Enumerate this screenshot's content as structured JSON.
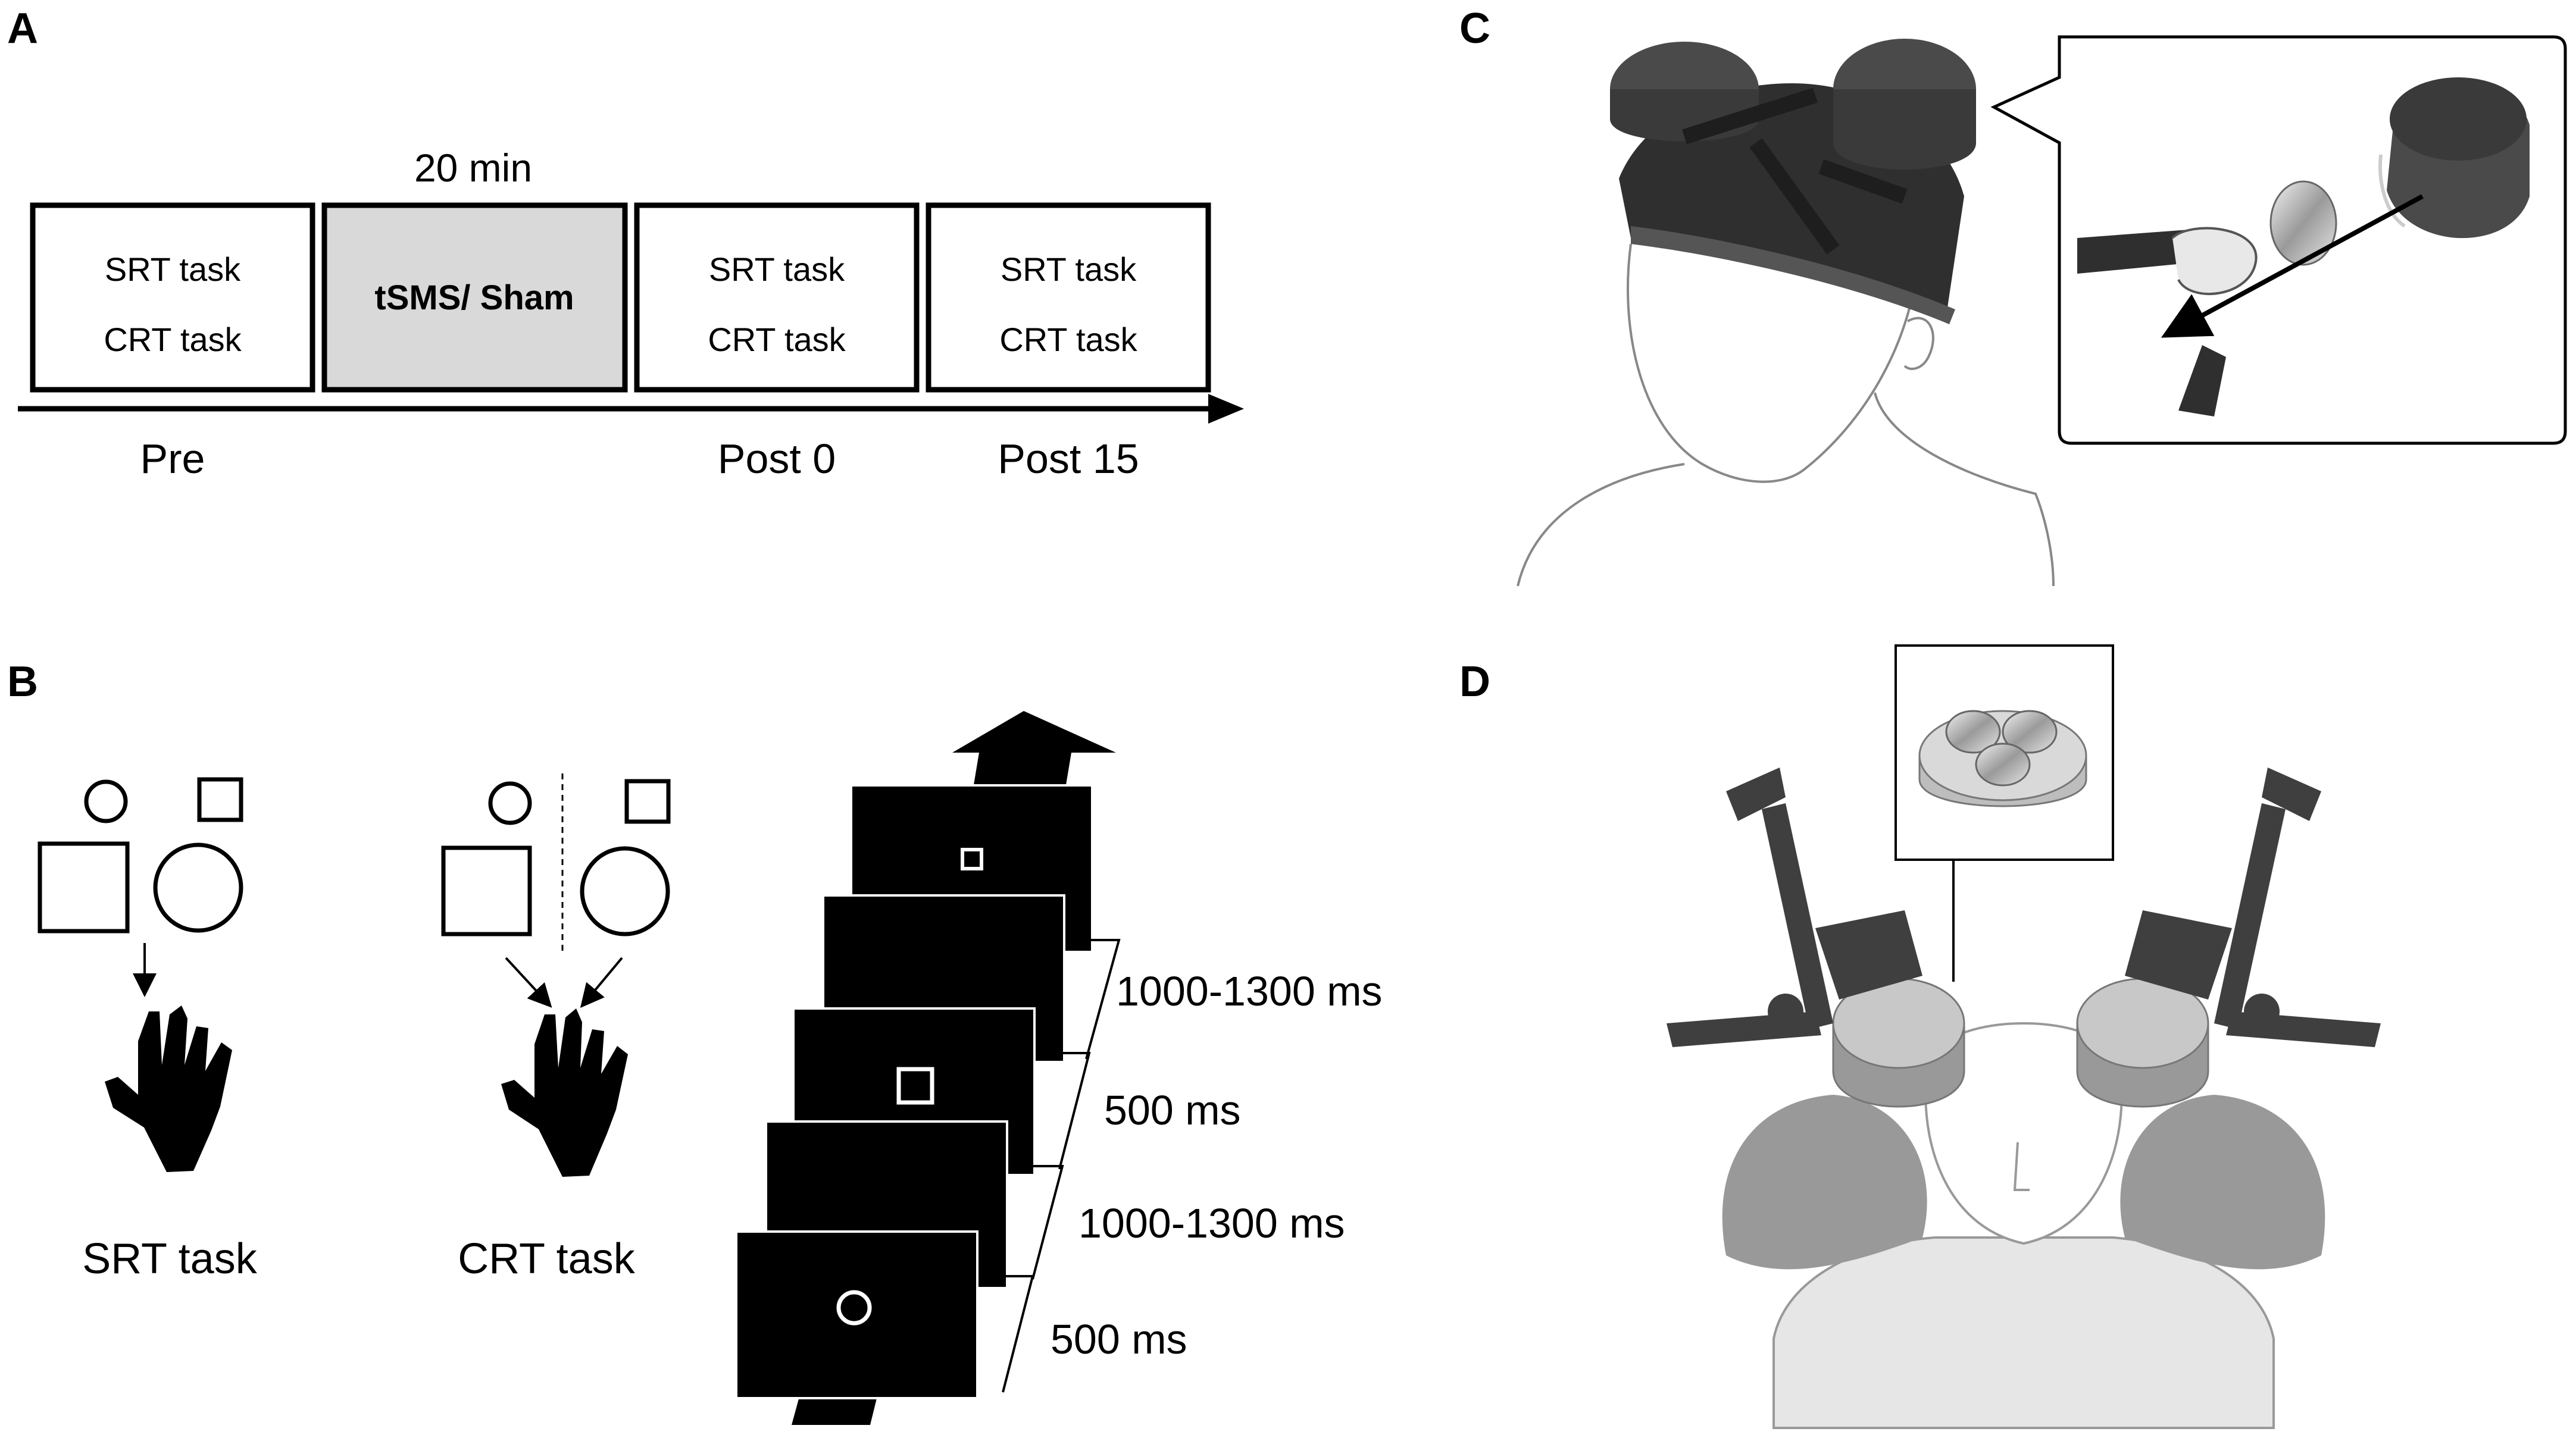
{
  "panels": {
    "a": {
      "letter": "A"
    },
    "b": {
      "letter": "B"
    },
    "c": {
      "letter": "C"
    },
    "d": {
      "letter": "D"
    }
  },
  "timeline": {
    "duration_label": "20 min",
    "blocks": [
      {
        "line1": "SRT task",
        "line2": "CRT task"
      },
      {
        "label": "tSMS/ Sham"
      },
      {
        "line1": "SRT task",
        "line2": "CRT task"
      },
      {
        "line1": "SRT task",
        "line2": "CRT task"
      }
    ],
    "phases": [
      "Pre",
      "Post 0",
      "Post 15"
    ]
  },
  "tasks": {
    "srt_label": "SRT task",
    "crt_label": "CRT task"
  },
  "trial_sequence": {
    "intervals": [
      "1000-1300 ms",
      "500 ms",
      "1000-1300 ms",
      "500 ms"
    ]
  },
  "colors": {
    "stimulation_fill": "#d9d9d9",
    "screen": "#000000",
    "cap": "#2f2f2f",
    "magnet": "#4a4a4a",
    "shoulder": "#999999",
    "magnet_light": "#bdbdbd"
  }
}
